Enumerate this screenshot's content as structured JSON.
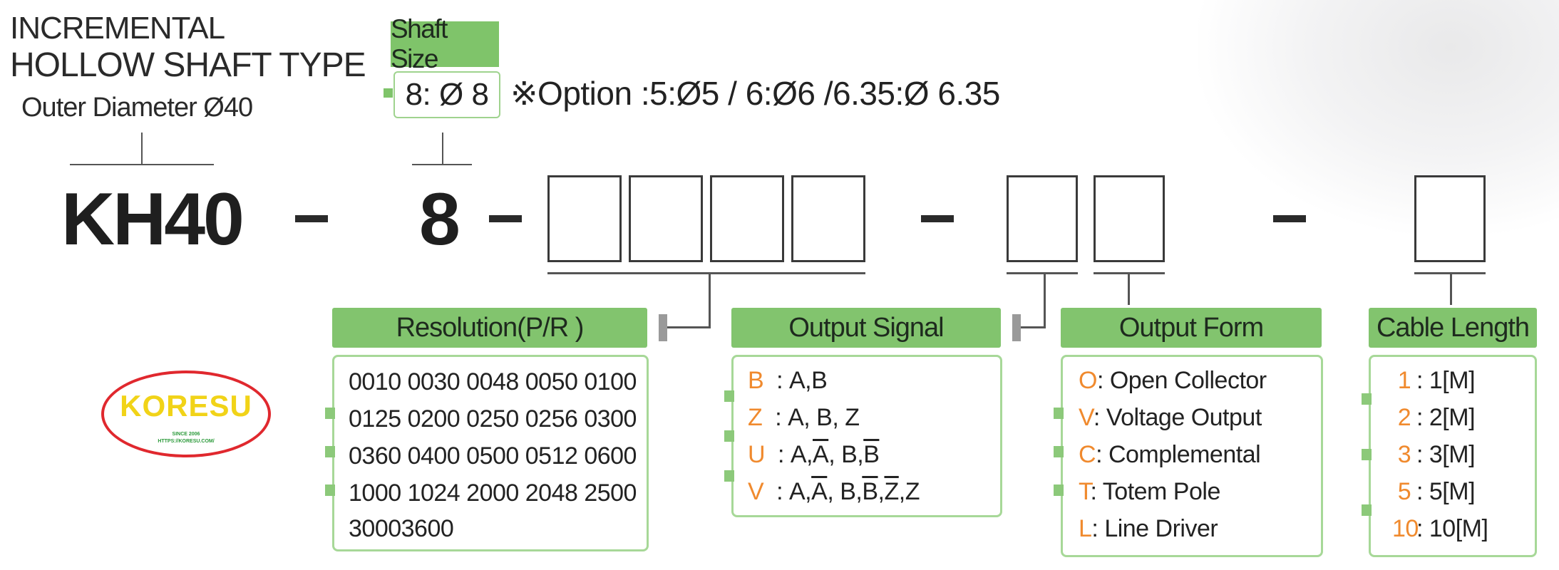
{
  "title": {
    "line1": "INCREMENTAL",
    "line2": "HOLLOW SHAFT TYPE",
    "line3": "Outer Diameter Ø40"
  },
  "shaft": {
    "label": "Shaft Size",
    "value": "8: Ø 8",
    "option": "※Option :5:Ø5 / 6:Ø6 /6.35:Ø 6.35"
  },
  "model": {
    "series": "KH40",
    "dash": "–",
    "shaft_code": "8"
  },
  "resolution": {
    "header": "Resolution(P/R )",
    "rows": [
      "0010 0030 0048 0050 0100",
      "0125 0200 0250 0256 0300",
      "0360 0400 0500 0512 0600",
      "1000 1024 2000 2048 2500",
      "30003600"
    ]
  },
  "output_signal": {
    "header": "Output Signal",
    "items": [
      {
        "key": "B",
        "sep": ":",
        "text": "A,B"
      },
      {
        "key": "Z",
        "sep": ":",
        "text": "A, B, Z"
      },
      {
        "key": "U",
        "sep": ":",
        "p1": "A,",
        "p2": "A",
        "p3": ", B,",
        "p4": "B"
      },
      {
        "key": "V",
        "sep": ":",
        "p1": "A,",
        "p2": "A",
        "p3": ", B,",
        "p4": "B",
        "p5": ",",
        "p6": "Z",
        "p7": ",Z"
      }
    ]
  },
  "output_form": {
    "header": "Output Form",
    "items": [
      {
        "key": "O",
        "text": ": Open Collector"
      },
      {
        "key": "V",
        "text": ": Voltage Output"
      },
      {
        "key": "C",
        "text": ": Complemental"
      },
      {
        "key": "T",
        "text": ": Totem Pole"
      },
      {
        "key": "L",
        "text": ": Line Driver"
      }
    ]
  },
  "cable_length": {
    "header": "Cable Length",
    "items": [
      {
        "key": "1",
        "text": ": 1[M]"
      },
      {
        "key": "2",
        "text": ": 2[M]"
      },
      {
        "key": "3",
        "text": ": 3[M]"
      },
      {
        "key": "5",
        "text": ": 5[M]"
      },
      {
        "key": "10",
        "text": ": 10[M]"
      }
    ]
  },
  "logo": {
    "name": "KORESU",
    "since": "SINCE 2006",
    "url": "HTTPS://KORESU.COM/"
  },
  "colors": {
    "accent_green": "#82c46e",
    "panel_border": "#a7d898",
    "key_orange": "#f08a2e",
    "logo_red": "#e0282e",
    "logo_yellow": "#f1d318"
  }
}
